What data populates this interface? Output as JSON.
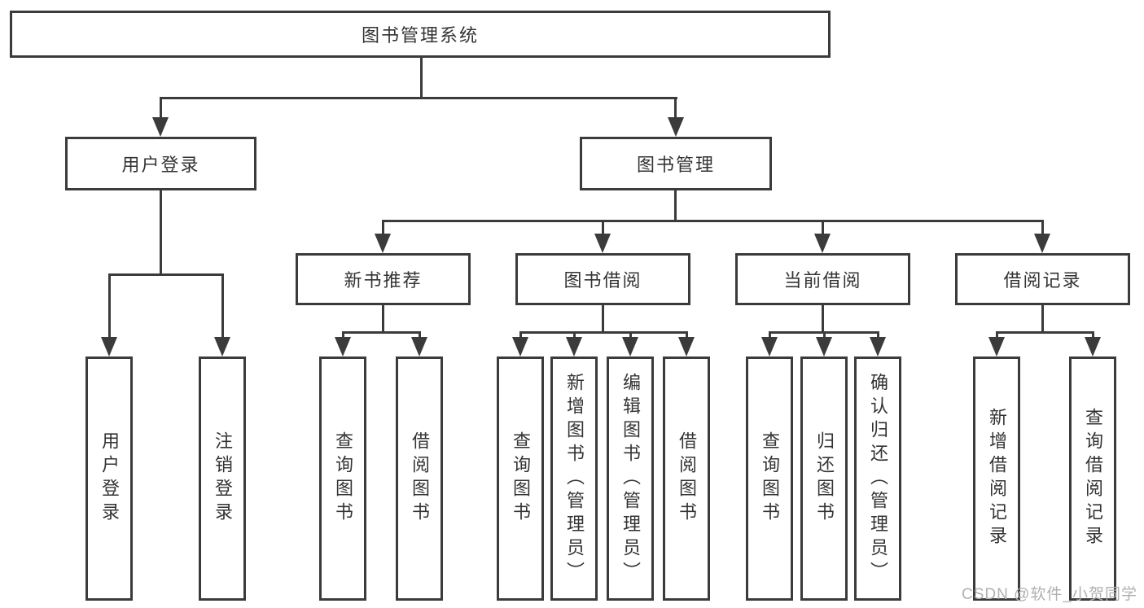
{
  "diagram": {
    "type": "hierarchy",
    "root": {
      "label": "图书管理系统",
      "children": [
        {
          "label": "用户登录",
          "children": [
            {
              "label": "用户登录"
            },
            {
              "label": "注销登录"
            }
          ]
        },
        {
          "label": "图书管理",
          "children": [
            {
              "label": "新书推荐",
              "children": [
                {
                  "label": "查询图书"
                },
                {
                  "label": "借阅图书"
                }
              ]
            },
            {
              "label": "图书借阅",
              "children": [
                {
                  "label": "查询图书"
                },
                {
                  "label": "新增图书（管理员）"
                },
                {
                  "label": "编辑图书（管理员）"
                },
                {
                  "label": "借阅图书"
                }
              ]
            },
            {
              "label": "当前借阅",
              "children": [
                {
                  "label": "查询图书"
                },
                {
                  "label": "归还图书"
                },
                {
                  "label": "确认归还（管理员）"
                }
              ]
            },
            {
              "label": "借阅记录",
              "children": [
                {
                  "label": "新增借阅记录"
                },
                {
                  "label": "查询借阅记录"
                }
              ]
            }
          ]
        }
      ]
    },
    "colors": {
      "line": "#3b3b3b",
      "text": "#333333",
      "box_background": "#ffffff",
      "watermark": "#b0b0b0"
    }
  },
  "watermark": "CSDN @软件_小贺同学"
}
